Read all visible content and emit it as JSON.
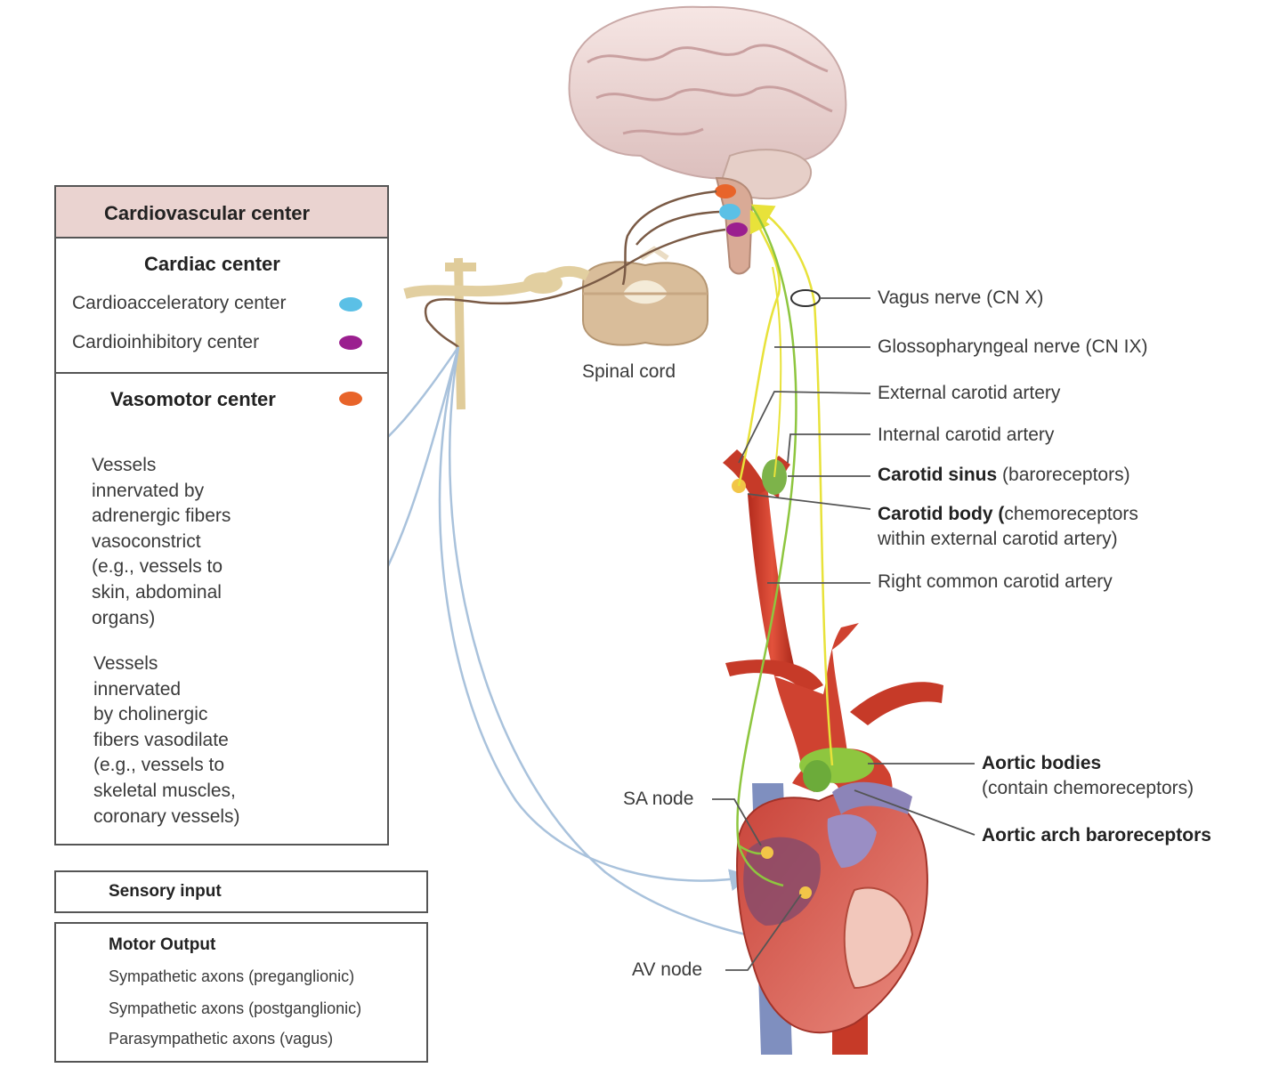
{
  "legend_box": {
    "header": "Cardiovascular center",
    "cardiac_center": "Cardiac center",
    "cardioacceleratory": "Cardioacceleratory center",
    "cardioinhibitory": "Cardioinhibitory center",
    "vasomotor": "Vasomotor center",
    "vasoconstrict_lines": [
      "Vessels",
      "innervated by",
      "adrenergic fibers",
      "vasoconstrict",
      "(e.g., vessels to",
      "skin, abdominal",
      "organs)"
    ],
    "vasodilate_lines": [
      "Vessels",
      "innervated",
      "by cholinergic",
      "fibers vasodilate",
      "(e.g., vessels to",
      "skeletal muscles,",
      "coronary vessels)"
    ]
  },
  "sensory_box": {
    "label": "Sensory input"
  },
  "motor_box": {
    "title": "Motor Output",
    "items": [
      "Sympathetic axons (preganglionic)",
      "Sympathetic axons (postganglionic)",
      "Parasympathetic axons (vagus)"
    ]
  },
  "labels": {
    "spinal_cord": "Spinal cord",
    "vagus": "Vagus nerve (CN X)",
    "glosso": "Glossopharyngeal nerve (CN IX)",
    "ext_carotid": "External carotid artery",
    "int_carotid": "Internal carotid artery",
    "carotid_sinus_bold": "Carotid sinus",
    "carotid_sinus_rest": " (baroreceptors)",
    "carotid_body_bold": "Carotid body (",
    "carotid_body_rest1": "chemoreceptors",
    "carotid_body_rest2": "within external carotid artery)",
    "right_common": "Right common carotid artery",
    "aortic_bodies_bold": "Aortic bodies",
    "aortic_bodies_rest": "(contain chemoreceptors)",
    "aortic_arch": "Aortic arch baroreceptors",
    "sa_node": "SA node",
    "av_node": "AV node"
  },
  "colors": {
    "cardioacceleratory": "#5bc0e6",
    "cardioinhibitory": "#9b1f8f",
    "vasomotor": "#e8642a",
    "sensory": "#e8e23a",
    "sympathetic_pre": "#7a5a45",
    "sympathetic_post": "#a9c2dc",
    "parasympathetic": "#8ec63f"
  }
}
